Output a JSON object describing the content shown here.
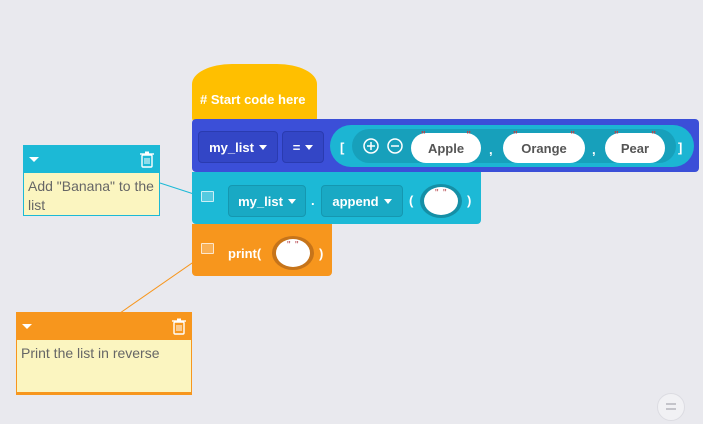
{
  "blocks": {
    "hat": {
      "label": "# Start code here"
    },
    "assign": {
      "variable": "my_list",
      "operator": "=",
      "open_bracket": "[",
      "close_bracket": "]",
      "items": [
        "Apple",
        "Orange",
        "Pear"
      ],
      "separator": ","
    },
    "append": {
      "variable": "my_list",
      "dot": ".",
      "method": "append",
      "open_paren": "(",
      "close_paren": ")"
    },
    "print": {
      "label": "print(",
      "close_paren": ")"
    }
  },
  "comments": [
    {
      "text": "Add \"Banana\" to the list",
      "color": "#1cb9d6"
    },
    {
      "text": "Print the list in reverse",
      "color": "#f7961d"
    }
  ],
  "quote_mark": "\"",
  "colors": {
    "hat": "#ffbf00",
    "assign": "#3b4fd8",
    "append": "#1cb9d6",
    "print": "#f7961d",
    "note_body": "#fbf5c0",
    "background": "#e9e9ee"
  }
}
